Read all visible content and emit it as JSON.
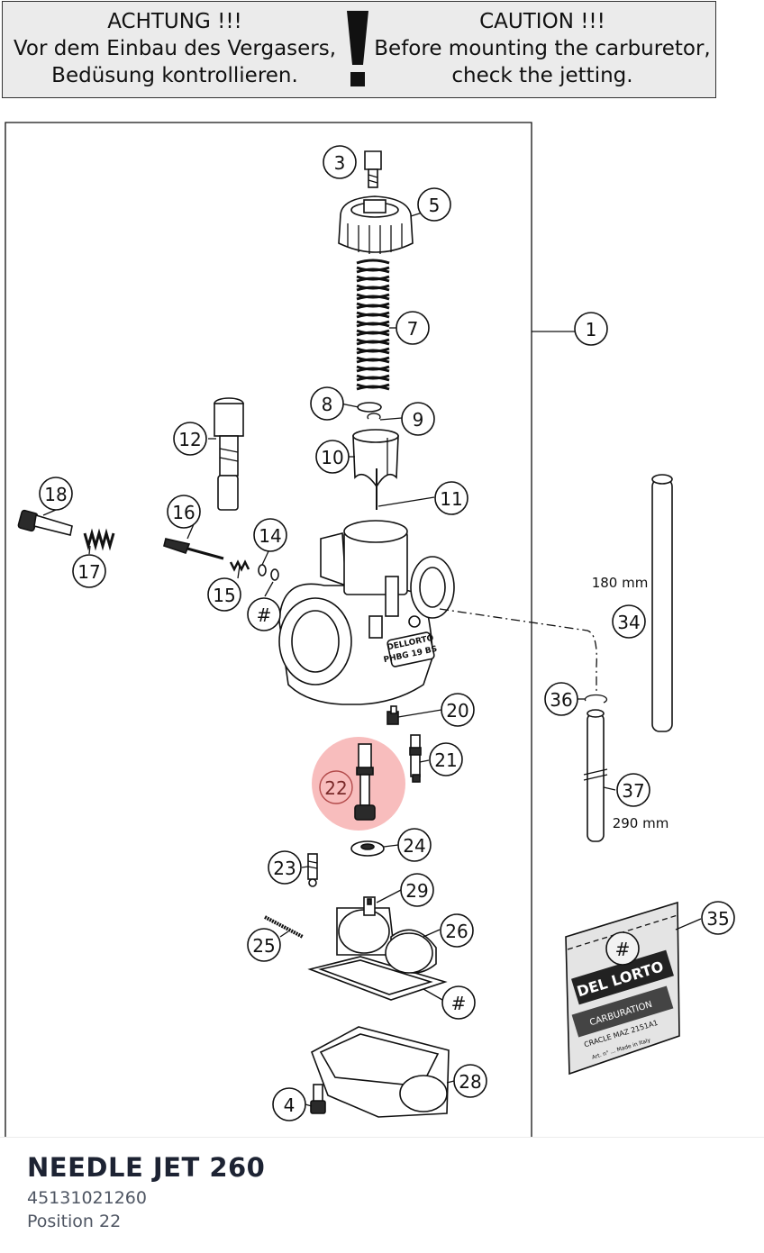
{
  "warning": {
    "left_lines": [
      "ACHTUNG !!!",
      "Vor dem Einbau des Vergasers,",
      "Bedüsung kontrollieren."
    ],
    "right_lines": [
      "CAUTION !!!",
      "Before mounting the carburetor,",
      "check the jetting."
    ],
    "symbol": "!"
  },
  "callouts": [
    "1",
    "3",
    "4",
    "5",
    "7",
    "8",
    "9",
    "10",
    "11",
    "12",
    "14",
    "15",
    "16",
    "17",
    "18",
    "20",
    "21",
    "22",
    "23",
    "24",
    "25",
    "26",
    "28",
    "29",
    "34",
    "35",
    "36",
    "37",
    "#"
  ],
  "highlight": {
    "label": "22",
    "color": "#f7b1b1"
  },
  "dimensions": {
    "tube_long": "180 mm",
    "tube_short": "290 mm"
  },
  "bag_print": {
    "brand": "DEL LORTO",
    "line1": "CARBURATION",
    "line2": "CRACLE MAZ    2151A1",
    "line3": "Art. n° ... Made in Italy"
  },
  "carb_stamp": [
    "DELLORTO",
    "PHBG 19 BS"
  ],
  "part": {
    "title": "NEEDLE JET 260",
    "number": "45131021260",
    "position": "Position 22"
  }
}
